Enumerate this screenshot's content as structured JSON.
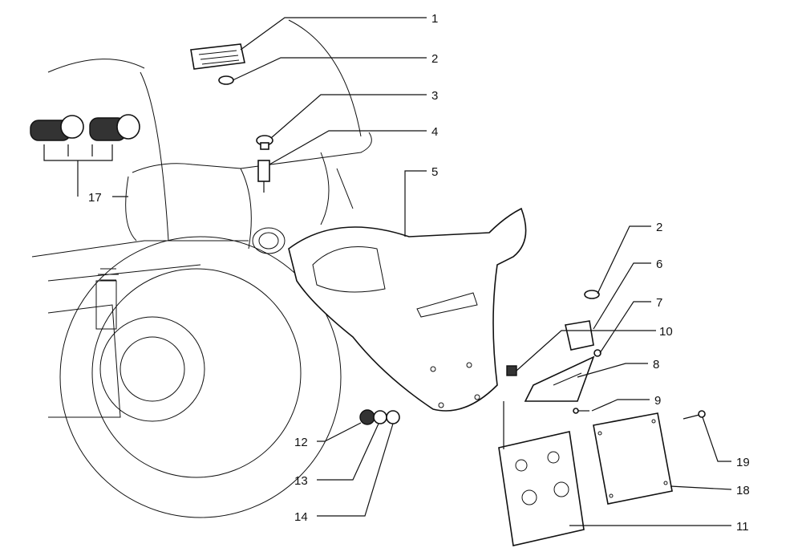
{
  "diagram": {
    "labels": [
      {
        "id": "p1",
        "text": "1"
      },
      {
        "id": "p2a",
        "text": "2"
      },
      {
        "id": "p3",
        "text": "3"
      },
      {
        "id": "p4",
        "text": "4"
      },
      {
        "id": "p5",
        "text": "5"
      },
      {
        "id": "p2b",
        "text": "2"
      },
      {
        "id": "p6",
        "text": "6"
      },
      {
        "id": "p7",
        "text": "7"
      },
      {
        "id": "p10",
        "text": "10"
      },
      {
        "id": "p8",
        "text": "8"
      },
      {
        "id": "p9",
        "text": "9"
      },
      {
        "id": "p19",
        "text": "19"
      },
      {
        "id": "p18",
        "text": "18"
      },
      {
        "id": "p11",
        "text": "11"
      },
      {
        "id": "p12",
        "text": "12"
      },
      {
        "id": "p13",
        "text": "13"
      },
      {
        "id": "p14",
        "text": "14"
      },
      {
        "id": "p17",
        "text": "17"
      }
    ]
  }
}
